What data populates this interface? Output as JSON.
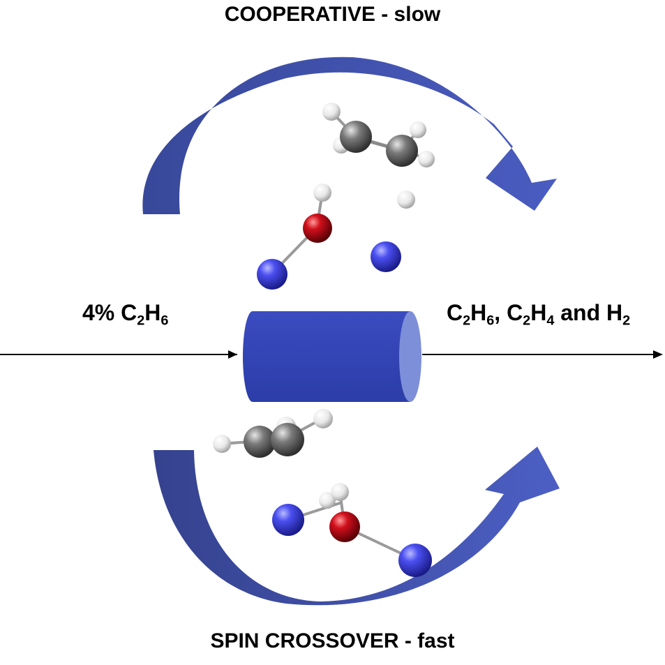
{
  "titles": {
    "top": "COOPERATIVE - slow",
    "bottom": "SPIN CROSSOVER - fast"
  },
  "feed": {
    "prefix": "4% C",
    "sub1": "2",
    "mid1": "H",
    "sub2": "6"
  },
  "products": {
    "p1": "C",
    "p1s1": "2",
    "p1h": "H",
    "p1s2": "6",
    "sep1": ", C",
    "p2s1": "2",
    "p2h": "H",
    "p2s2": "4",
    "and": " and H",
    "p3s": "2"
  },
  "colors": {
    "arrow_blue": "#3d4fa8",
    "reactor_blue": "#3245b8",
    "reactor_face": "#7d8fd8",
    "nitrogen_atom": "#3b3fe0",
    "oxygen_atom": "#c8101c",
    "carbon_atom": "#6e6e6e",
    "hydrogen_atom": "#f4f4f4"
  }
}
